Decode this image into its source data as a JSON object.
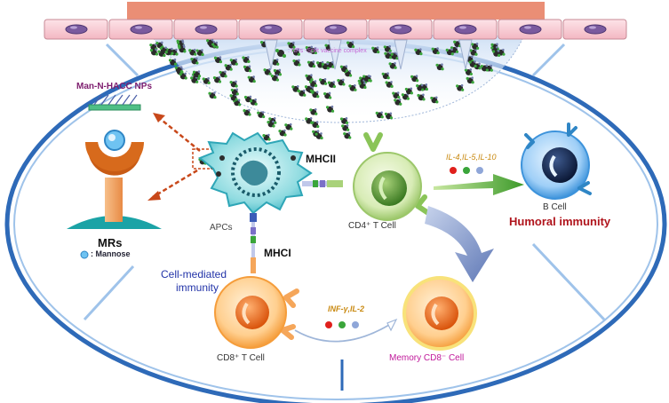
{
  "legend": {
    "complex": ": NPs -Split vaccine complex",
    "mannose": ": Mannose"
  },
  "labels": {
    "nps": "Man-N-HACC NPs",
    "mrs": "MRs",
    "apcs": "APCs",
    "mhcii": "MHCII",
    "mhci": "MHCI",
    "cd4": "CD4⁺ T Cell",
    "cd8": "CD8⁺ T Cell",
    "bcell": "B Cell",
    "humoral": "Humoral  immunity",
    "cellmed1": "Cell-mediated",
    "cellmed2": "immunity",
    "memory": "Memory CD8⁻  Cell",
    "cytokines_b": "IL-4,IL-5,IL-10",
    "cytokines_mem": "INF-γ,IL-2"
  },
  "colors": {
    "dot_red": "#e0201c",
    "dot_green": "#3aa53a",
    "dot_blue": "#8fa6d8",
    "humoral": "#b0141c",
    "cellmed": "#2233a8",
    "memory": "#c0189a",
    "cytokine_text": "#c98a12"
  }
}
